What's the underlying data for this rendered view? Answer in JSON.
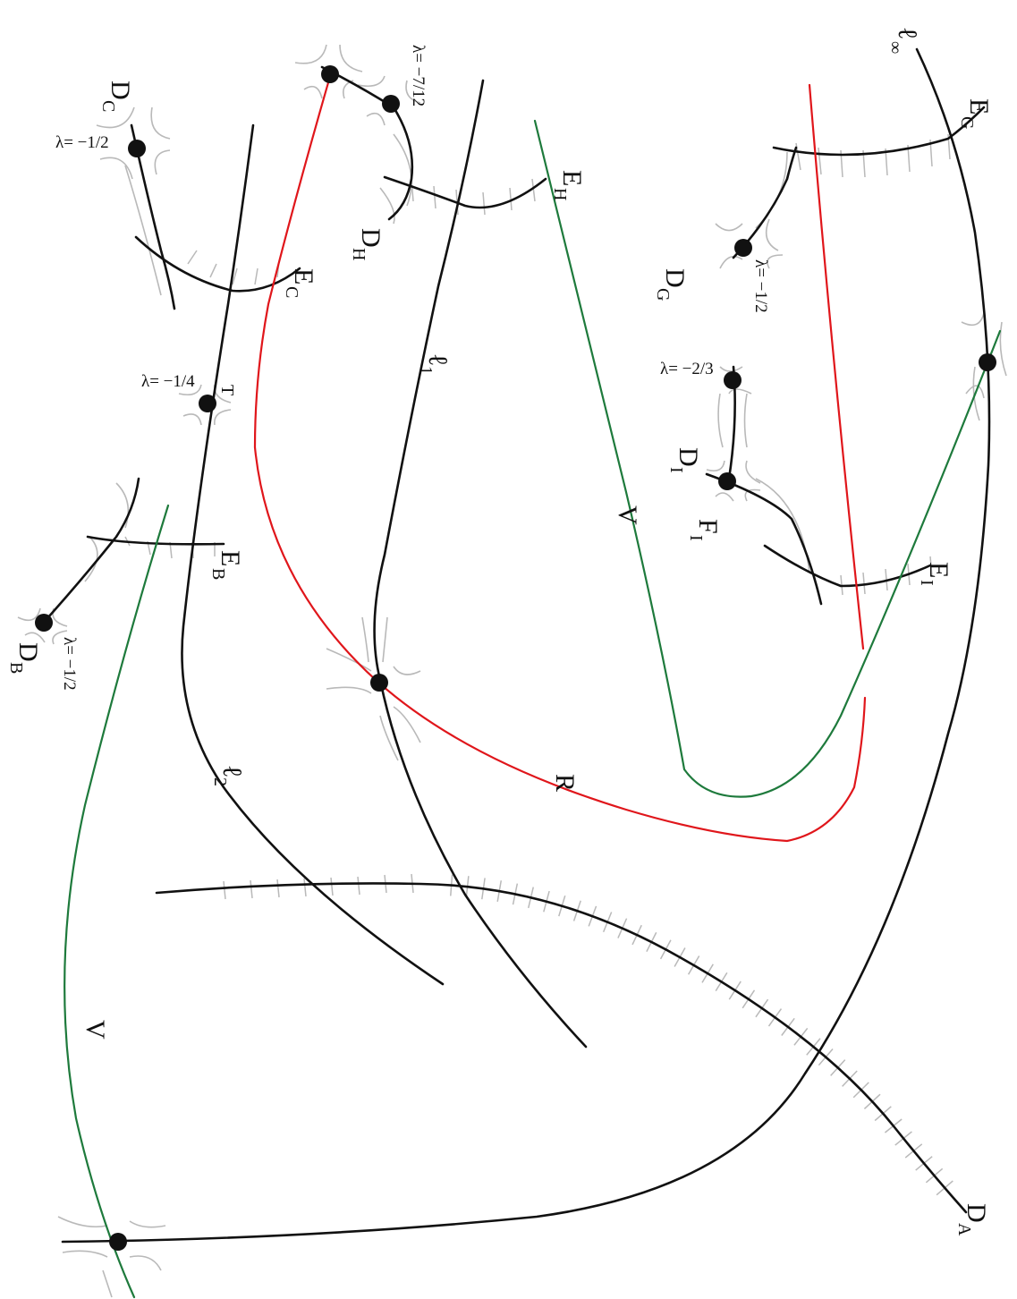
{
  "colors": {
    "black": "#111111",
    "red": "#e0161b",
    "green": "#1e7a3c",
    "grey": "#b9b9b9",
    "point": "#111111"
  },
  "labels": {
    "l_inf": {
      "main": "ℓ",
      "sub": "∞"
    },
    "l1": {
      "main": "ℓ",
      "sub": "1"
    },
    "l2": {
      "main": "ℓ",
      "sub": "2"
    },
    "E_G": {
      "main": "E",
      "sub": "G"
    },
    "E_H": {
      "main": "E",
      "sub": "H"
    },
    "E_C": {
      "main": "E",
      "sub": "C"
    },
    "E_B": {
      "main": "E",
      "sub": "B"
    },
    "E_I": {
      "main": "E",
      "sub": "I"
    },
    "D_C": {
      "main": "D",
      "sub": "C"
    },
    "D_H": {
      "main": "D",
      "sub": "H"
    },
    "D_G": {
      "main": "D",
      "sub": "G"
    },
    "D_I": {
      "main": "D",
      "sub": "I"
    },
    "D_B": {
      "main": "D",
      "sub": "B"
    },
    "D_A": {
      "main": "D",
      "sub": "A"
    },
    "F_I": {
      "main": "F",
      "sub": "I"
    },
    "T": "T",
    "V_top": "V",
    "V_bottom": "V",
    "R": "R"
  },
  "lambda": {
    "DC": "λ= −1/2",
    "DH": "λ= −7/12",
    "DG": "λ= −1/2",
    "DI": "λ= −2/3",
    "T": "λ= −1/4",
    "DB": "λ= −1/2"
  }
}
